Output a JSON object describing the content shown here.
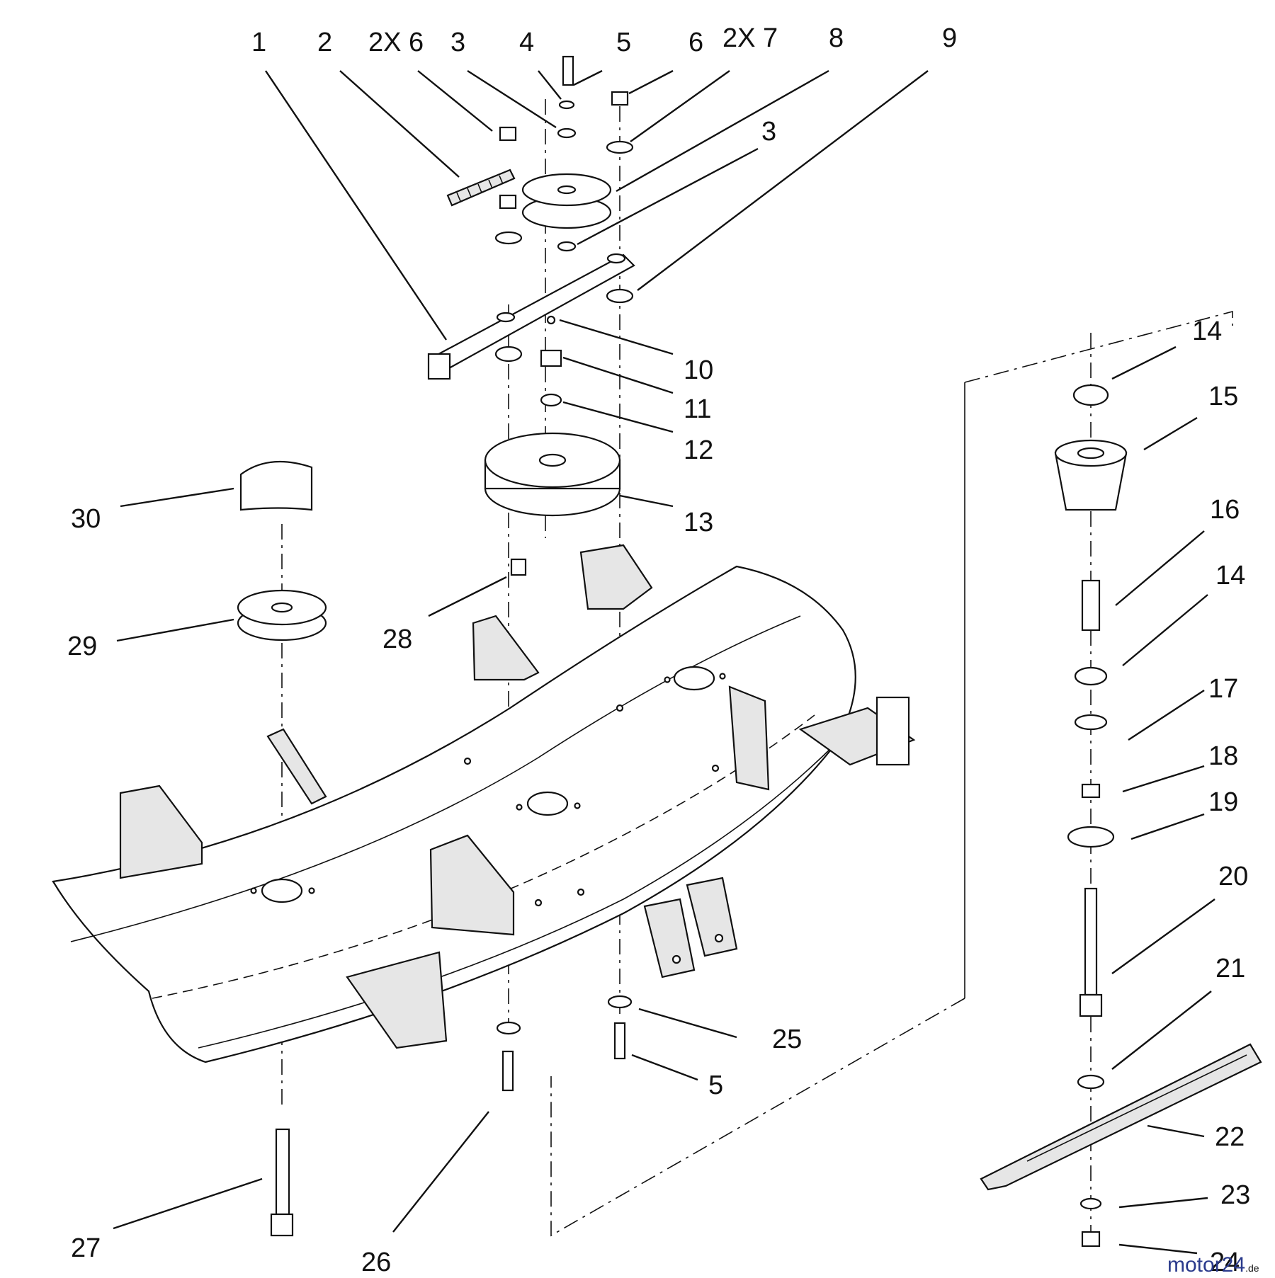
{
  "diagram": {
    "callouts": [
      {
        "id": "c1",
        "text": "1"
      },
      {
        "id": "c2",
        "text": "2"
      },
      {
        "id": "c2x6",
        "text": "2X 6"
      },
      {
        "id": "c3a",
        "text": "3"
      },
      {
        "id": "c4",
        "text": "4"
      },
      {
        "id": "c5a",
        "text": "5"
      },
      {
        "id": "c6",
        "text": "6"
      },
      {
        "id": "c2x7",
        "text": "2X 7"
      },
      {
        "id": "c8",
        "text": "8"
      },
      {
        "id": "c9",
        "text": "9"
      },
      {
        "id": "c3b",
        "text": "3"
      },
      {
        "id": "c10",
        "text": "10"
      },
      {
        "id": "c11",
        "text": "11"
      },
      {
        "id": "c12",
        "text": "12"
      },
      {
        "id": "c13",
        "text": "13"
      },
      {
        "id": "c14a",
        "text": "14"
      },
      {
        "id": "c15",
        "text": "15"
      },
      {
        "id": "c16",
        "text": "16"
      },
      {
        "id": "c14b",
        "text": "14"
      },
      {
        "id": "c17",
        "text": "17"
      },
      {
        "id": "c18",
        "text": "18"
      },
      {
        "id": "c19",
        "text": "19"
      },
      {
        "id": "c20",
        "text": "20"
      },
      {
        "id": "c21",
        "text": "21"
      },
      {
        "id": "c22",
        "text": "22"
      },
      {
        "id": "c23",
        "text": "23"
      },
      {
        "id": "c24",
        "text": "24"
      },
      {
        "id": "c25",
        "text": "25"
      },
      {
        "id": "c5b",
        "text": "5"
      },
      {
        "id": "c26",
        "text": "26"
      },
      {
        "id": "c27",
        "text": "27"
      },
      {
        "id": "c28",
        "text": "28"
      },
      {
        "id": "c29",
        "text": "29"
      },
      {
        "id": "c30",
        "text": "30"
      }
    ]
  },
  "watermark": {
    "text": "motor24",
    "suffix": ".de",
    "colors": [
      "#2a3a8c",
      "#e8731a",
      "#3a9a3a",
      "#2a3a8c"
    ]
  }
}
